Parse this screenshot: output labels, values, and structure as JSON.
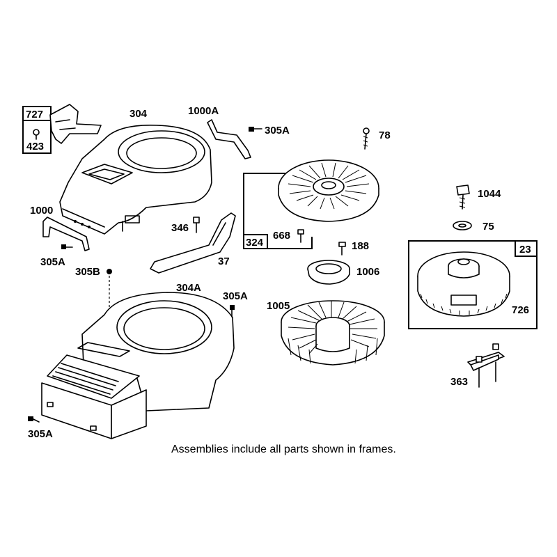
{
  "callouts": {
    "c727": "727",
    "c423": "423",
    "c304": "304",
    "c1000A": "1000A",
    "c305A_top": "305A",
    "c78": "78",
    "c1000": "1000",
    "c346": "346",
    "c37": "37",
    "c305A_left": "305A",
    "c305B": "305B",
    "c304A": "304A",
    "c305A_mid": "305A",
    "c305A_bottom": "305A",
    "c324": "324",
    "c668": "668",
    "c188": "188",
    "c1006": "1006",
    "c1005": "1005",
    "c1044": "1044",
    "c75": "75",
    "c23": "23",
    "c726": "726",
    "c363": "363"
  },
  "footnote": "Assemblies include all parts shown in frames."
}
